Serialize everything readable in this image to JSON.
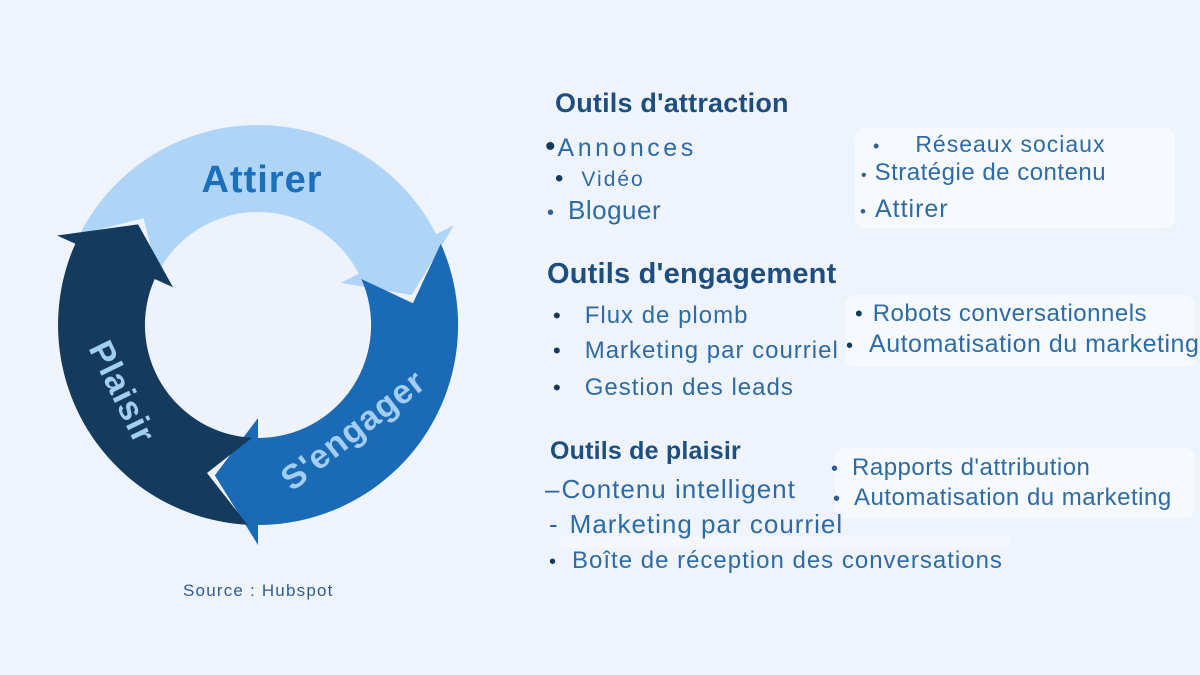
{
  "page": {
    "background": "#eff4fc"
  },
  "flywheel": {
    "segments": [
      {
        "id": "attract",
        "label": "Attirer",
        "color": "#aed4f8",
        "label_color": "#1c6fbb"
      },
      {
        "id": "engage",
        "label": "S'engager",
        "color": "#1b6ab5",
        "label_color": "#a3cef3"
      },
      {
        "id": "delight",
        "label": "Plaisir",
        "color": "#143a5e",
        "label_color": "#a3cef3"
      }
    ],
    "hole_color": "#edf2fb",
    "source": "Source : Hubspot"
  },
  "sections": [
    {
      "title": "Outils d'attraction",
      "col_left": [
        {
          "marker": "•",
          "text": "Annonces"
        },
        {
          "marker": "•",
          "text": "Vidéo"
        },
        {
          "marker": "•",
          "text": "Bloguer"
        }
      ],
      "col_right": [
        {
          "marker": "•",
          "text": "Réseaux sociaux"
        },
        {
          "marker": "•",
          "text": "Stratégie de contenu"
        },
        {
          "marker": "•",
          "text": "Attirer"
        }
      ]
    },
    {
      "title": "Outils d'engagement",
      "col_left": [
        {
          "marker": "•",
          "text": "Flux de plomb"
        },
        {
          "marker": "•",
          "text": "Marketing par courriel"
        },
        {
          "marker": "•",
          "text": "Gestion des leads"
        }
      ],
      "col_right": [
        {
          "marker": "•",
          "text": "Robots conversationnels"
        },
        {
          "marker": "•",
          "text": "Automatisation du marketing"
        }
      ]
    },
    {
      "title": "Outils de plaisir",
      "col_left": [
        {
          "marker": "–",
          "text": "Contenu intelligent"
        },
        {
          "marker": "-",
          "text": "Marketing par courriel"
        }
      ],
      "col_right": [
        {
          "marker": "•",
          "text": "Rapports d'attribution"
        },
        {
          "marker": "•",
          "text": "Automatisation du marketing"
        }
      ],
      "footer_item": {
        "marker": "•",
        "text": "Boîte de réception des conversations"
      }
    }
  ]
}
